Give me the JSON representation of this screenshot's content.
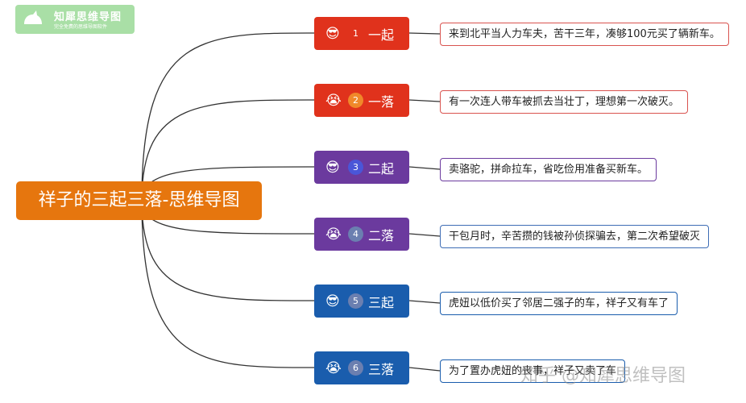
{
  "logo": {
    "title": "知犀思维导图",
    "subtitle": "完全免费的思维导图软件"
  },
  "root": {
    "label": "祥子的三起三落-思维导图"
  },
  "branches": [
    {
      "icon": "sunglasses-emoji",
      "glyph": "😎",
      "num": "1",
      "label": "一起",
      "color": "#e0321c",
      "badge": "#e0321c",
      "note": "来到北平当人力车夫，苦干三年，凑够100元买了辆新车。",
      "note_border": "#d9534f"
    },
    {
      "icon": "crying-emoji",
      "glyph": "😭",
      "num": "2",
      "label": "一落",
      "color": "#e0321c",
      "badge": "#f0882a",
      "note": "有一次连人带车被抓去当壮丁，理想第一次破灭。",
      "note_border": "#d9534f"
    },
    {
      "icon": "sunglasses-emoji",
      "glyph": "😎",
      "num": "3",
      "label": "二起",
      "color": "#6b3a9e",
      "badge": "#4a56d8",
      "note": "卖骆驼，拼命拉车，省吃俭用准备买新车。",
      "note_border": "#6b3a9e"
    },
    {
      "icon": "crying-emoji",
      "glyph": "😭",
      "num": "4",
      "label": "二落",
      "color": "#6b3a9e",
      "badge": "#6b7fb0",
      "note": "干包月时，辛苦攒的钱被孙侦探骗去，第二次希望破灭",
      "note_border": "#3e6db5"
    },
    {
      "icon": "sunglasses-emoji",
      "glyph": "😎",
      "num": "5",
      "label": "三起",
      "color": "#1a5dad",
      "badge": "#6b7fb0",
      "note": "虎妞以低价买了邻居二强子的车，祥子又有车了",
      "note_border": "#1a5dad"
    },
    {
      "icon": "crying-emoji",
      "glyph": "😭",
      "num": "6",
      "label": "三落",
      "color": "#1a5dad",
      "badge": "#6b7fb0",
      "note": "为了置办虎妞的丧事，祥子又卖了车",
      "note_border": "#1a5dad"
    }
  ],
  "watermark": "知乎 @知犀思维导图"
}
